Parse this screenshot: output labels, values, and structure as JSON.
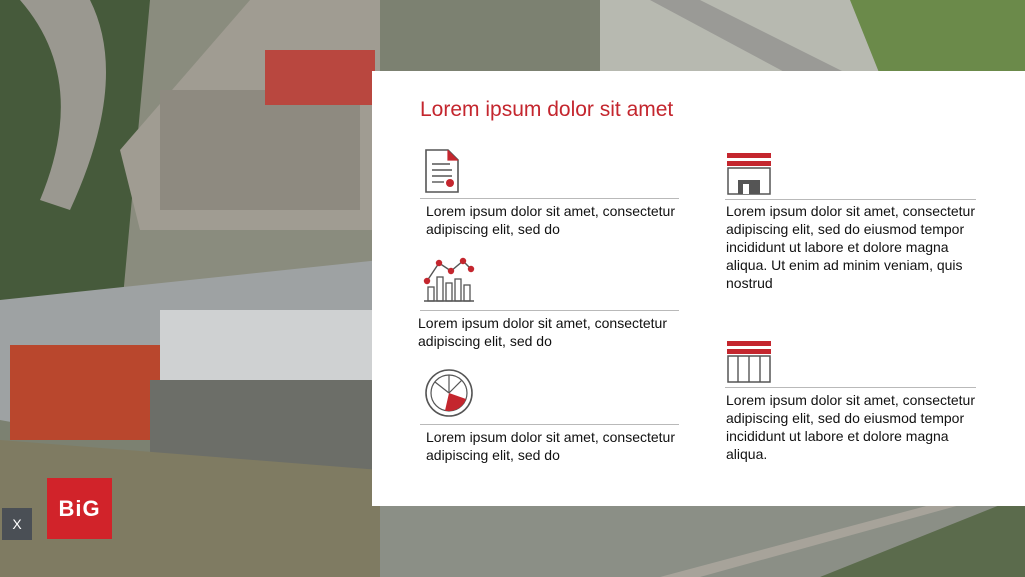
{
  "title": "Lorem ipsum dolor sit amet",
  "items": [
    {
      "icon": "document-icon",
      "text": "Lorem ipsum dolor sit amet, consectetur adipiscing elit, sed do"
    },
    {
      "icon": "bar-line-chart-icon",
      "text": "Lorem ipsum dolor sit amet, consectetur adipiscing elit, sed do"
    },
    {
      "icon": "pie-chart-icon",
      "text": "Lorem ipsum dolor sit amet, consectetur adipiscing elit, sed do"
    },
    {
      "icon": "storefront-icon",
      "text": "Lorem ipsum dolor sit amet, consectetur adipiscing elit, sed do eiusmod tempor incididunt ut labore et dolore magna aliqua. Ut enim ad minim veniam, quis nostrud"
    },
    {
      "icon": "shop-columns-icon",
      "text": "Lorem ipsum dolor sit amet, consectetur adipiscing elit, sed do eiusmod tempor incididunt ut labore et dolore magna aliqua."
    }
  ],
  "logo": {
    "text": "BiG"
  },
  "close_button": {
    "label": "X"
  },
  "colors": {
    "accent": "#c4262e",
    "icon_stroke": "#555555"
  }
}
